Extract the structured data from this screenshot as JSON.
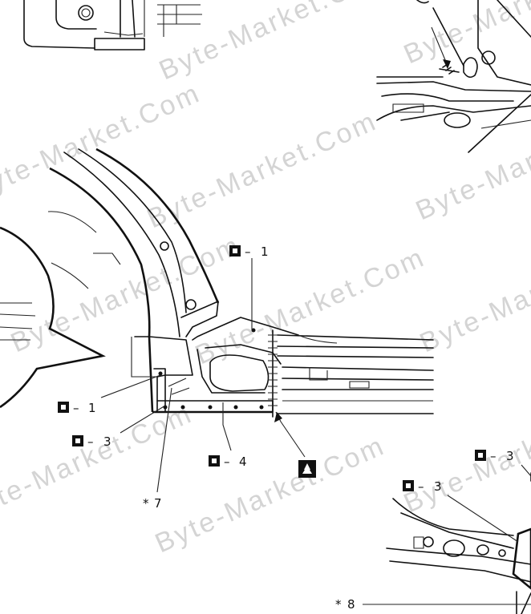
{
  "watermark": "Byte-Market.Com",
  "callouts": {
    "c1_upper": "1",
    "c1_lower": "1",
    "c3_left": "3",
    "c4": "4",
    "c3_right_upper": "3",
    "c3_right_lower": "3",
    "star7": "7",
    "star8": "8"
  }
}
